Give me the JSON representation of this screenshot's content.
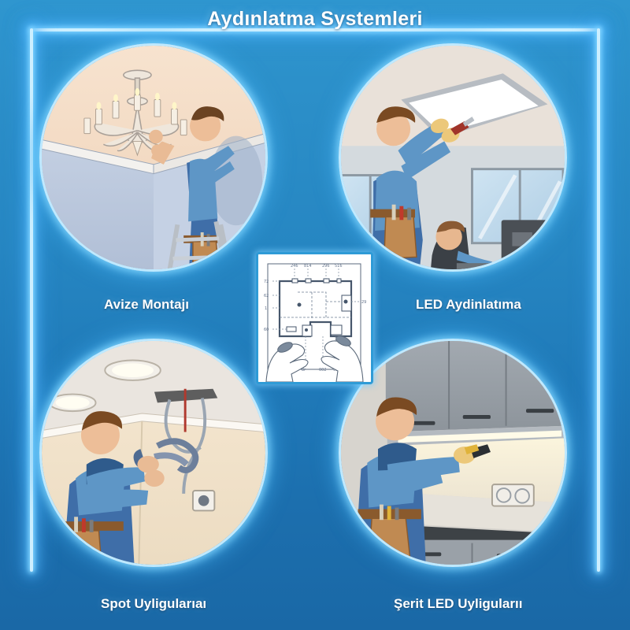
{
  "header": {
    "title": "Aydınlatma Systemleri"
  },
  "frame": {
    "neon_color": "#cdefff",
    "glow_color": "#7fd4ff",
    "background_top": "#2f96cf",
    "background_bottom": "#1a68a6"
  },
  "panels": [
    {
      "id": "avize-montaji",
      "position": "top-left",
      "caption": "Avize Montajı",
      "scene": "electrician on step ladder installing a crystal chandelier on a ceiling",
      "wall_color": "#b9c6dd",
      "ceiling_color": "#f4dcc6",
      "uniform_color": "#4f86b8"
    },
    {
      "id": "led-aydinlatima",
      "position": "top-right",
      "caption": "LED Aydinlatıma",
      "scene": "electrician mounting a square LED ceiling panel in an office with windows, monitor and seated worker",
      "wall_color": "#cfd6dc",
      "ceiling_color": "#e6ddd6",
      "panel_color": "#ffffff"
    },
    {
      "id": "spot-uyligulariai",
      "position": "bottom-left",
      "caption": "Spot Uyligularıaı",
      "scene": "electrician with pliers wiring a recessed spot light opening in the ceiling",
      "wall_color": "#f2e4cf",
      "ceiling_color": "#e9e3dd",
      "uniform_color": "#3f6f9f"
    },
    {
      "id": "serit-led-uyligularii",
      "position": "bottom-right",
      "caption": "Şerit LED Uyligularıı",
      "scene": "electrician installing an LED strip under grey kitchen wall cabinets",
      "cabinet_color": "#9aa1a8",
      "counter_color": "#e7e4de",
      "strip_glow": "#fff6d8"
    }
  ],
  "blueprint": {
    "name": "electrical floor plan",
    "description": "hands holding a lighting layout blueprint with room outline, fixture symbols and dimension callouts",
    "paper_color": "#ffffff",
    "border_color": "#2f9bd6",
    "top_dimensions": [
      "246",
      "814",
      "296",
      "516"
    ],
    "left_dimensions": [
      "72",
      "62",
      "1",
      "60"
    ],
    "right_dimensions": [
      "29"
    ],
    "bottom_dimensions": [
      "8r",
      "002",
      "9u"
    ]
  }
}
